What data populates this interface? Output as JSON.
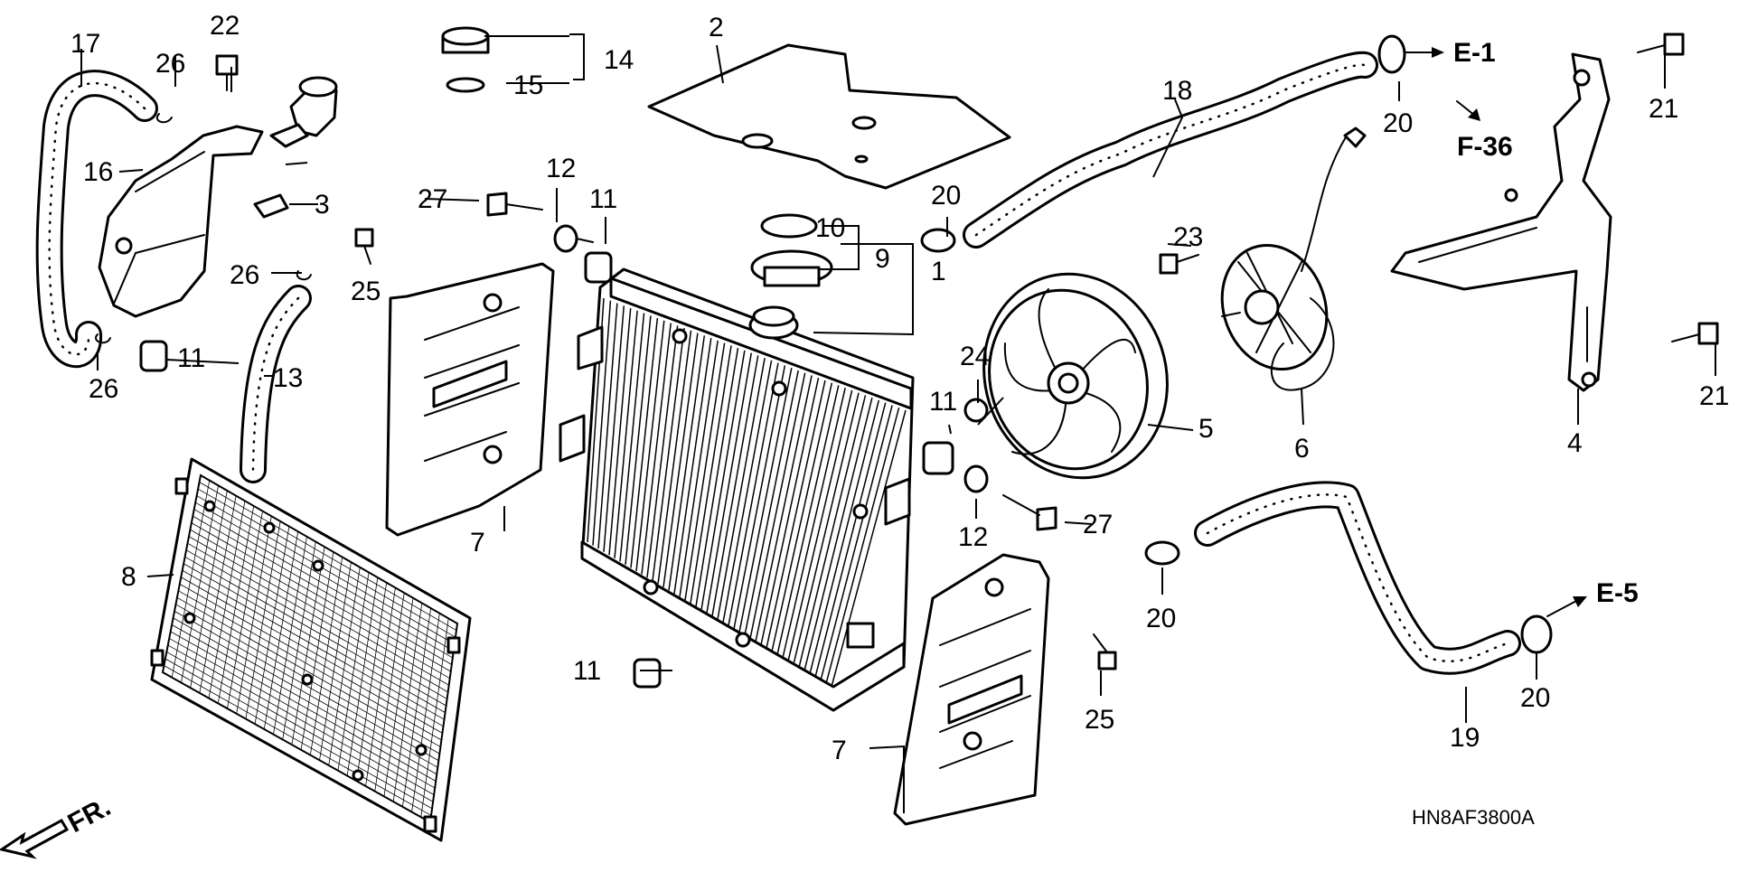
{
  "diagram": {
    "callouts": {
      "c1": "1",
      "c2": "2",
      "c3": "3",
      "c4": "4",
      "c5": "5",
      "c6": "6",
      "c7a": "7",
      "c7b": "7",
      "c8": "8",
      "c9": "9",
      "c10": "10",
      "c11a": "11",
      "c11b": "11",
      "c11c": "11",
      "c11d": "11",
      "c12a": "12",
      "c12b": "12",
      "c13": "13",
      "c14": "14",
      "c15": "15",
      "c16": "16",
      "c17": "17",
      "c18": "18",
      "c19": "19",
      "c20a": "20",
      "c20b": "20",
      "c20c": "20",
      "c20d": "20",
      "c21a": "21",
      "c21b": "21",
      "c22": "22",
      "c23": "23",
      "c24": "24",
      "c25a": "25",
      "c25b": "25",
      "c26a": "26",
      "c26b": "26",
      "c26c": "26",
      "c27a": "27",
      "c27b": "27"
    },
    "refs": {
      "e1": "E-1",
      "e5": "E-5",
      "f36": "F-36"
    },
    "front_label": "FR.",
    "drawing_code": "HN8AF3800A"
  }
}
